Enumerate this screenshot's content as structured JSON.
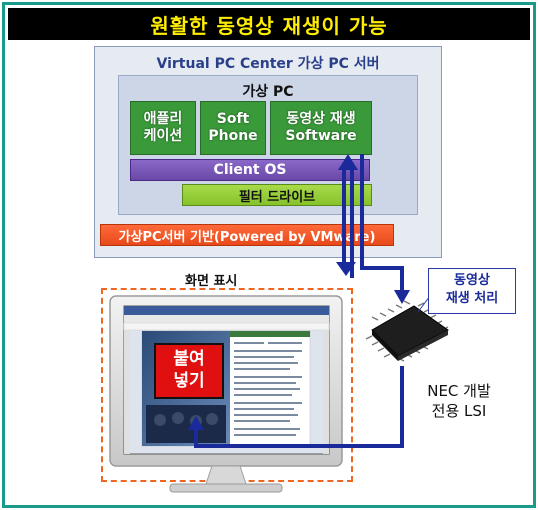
{
  "title": "원활한 동영상 재생이 가능",
  "server": {
    "title": "Virtual PC Center 가상 PC 서버",
    "vpc_title": "가상 PC",
    "apps": [
      {
        "line1": "애플리",
        "line2": "케이션"
      },
      {
        "line1": "Soft",
        "line2": "Phone"
      },
      {
        "line1": "동영상 재생",
        "line2": "Software"
      }
    ],
    "client_os": "Client OS",
    "filter_driver": "필터 드라이브",
    "base": "가상PC서버 기반(Powered by VMware)"
  },
  "screen_label": "화면 표시",
  "lsi_callout": {
    "line1": "동영상",
    "line2": "재생 처리"
  },
  "lsi_label": {
    "line1": "NEC 개발",
    "line2": "전용 LSI"
  },
  "paste": {
    "line1": "붙여",
    "line2": "넣기"
  },
  "colors": {
    "frame": "#1a9a8a",
    "title_text": "#ffee00",
    "app_green": "#3a9a3a",
    "client_os_purple": "#7a58b8",
    "filter_green": "#96ce3a",
    "base_orange": "#f25a2a",
    "arrow_blue": "#1a2a9a",
    "paste_red": "#e01010"
  }
}
